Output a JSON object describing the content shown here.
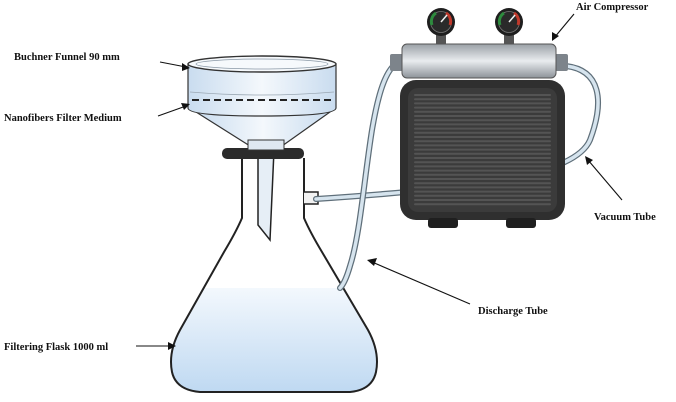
{
  "labels": {
    "buchner_funnel": "Buchner Funnel 90 mm",
    "filter_medium": "Nanofibers Filter Medium",
    "filtering_flask": "Filtering Flask 1000 ml",
    "discharge_tube": "Discharge Tube",
    "vacuum_tube": "Vacuum Tube",
    "air_compressor": "Air  Compressor"
  },
  "colors": {
    "liquid": "#cfe3f6",
    "glass_outline": "#222222",
    "funnel_body": "#e4eef8",
    "tube": "#cfdfe9",
    "compressor_dark": "#2f2f2f",
    "compressor_fins": "#545454",
    "gauge_green": "#2e8b3e",
    "gauge_red": "#c0392b"
  },
  "icons": [
    "pressure-gauge-icon",
    "pressure-gauge-icon"
  ]
}
